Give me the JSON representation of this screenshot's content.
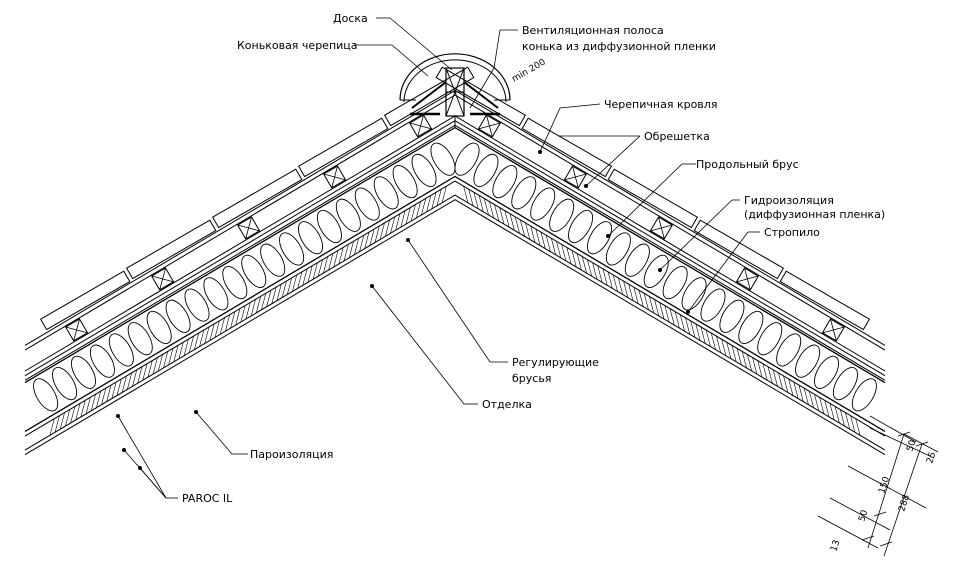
{
  "labels": {
    "board": "Доска",
    "ridge_tile": "Коньковая черепица",
    "vent_strip_1": "Вентиляционная полоса",
    "vent_strip_2": "конька из диффузионной пленки",
    "min_dim": "min 200",
    "tile_roof": "Черепичная кровля",
    "battens": "Обрешетка",
    "counter_batten": "Продольный брус",
    "waterproofing_1": "Гидроизоляция",
    "waterproofing_2": "(диффузионная пленка)",
    "rafter": "Стропило",
    "adjusting_bars_1": "Регулирующие",
    "adjusting_bars_2": "брусья",
    "finish": "Отделка",
    "vapor_barrier": "Пароизоляция",
    "insulation": "PAROC IL"
  },
  "dimensions": {
    "d50_top": "50",
    "d25": "25",
    "d150": "150",
    "d288": "288",
    "d50_bot": "50",
    "d13": "13"
  }
}
